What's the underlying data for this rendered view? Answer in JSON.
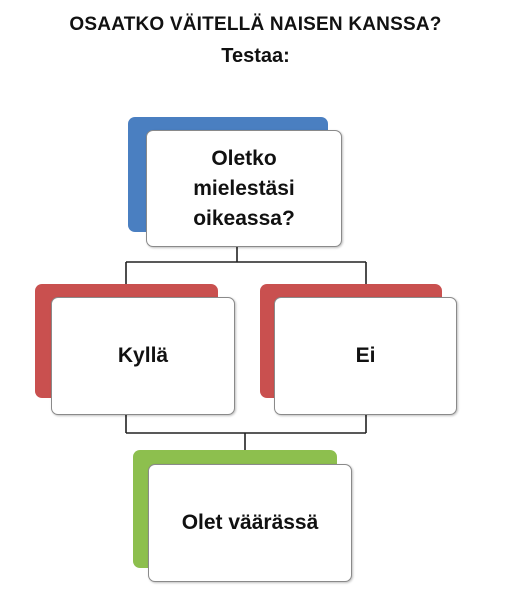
{
  "header": {
    "title": "OSAATKO VÄITELLÄ NAISEN KANSSA?",
    "subtitle": "Testaa:"
  },
  "nodes": {
    "question": {
      "text_lines": [
        "Oletko",
        "mielestäsi",
        "oikeassa?"
      ],
      "accent": "#4a7fc1"
    },
    "yes": {
      "text": "Kyllä",
      "accent": "#c9504f"
    },
    "no": {
      "text": "Ei",
      "accent": "#c9504f"
    },
    "result": {
      "text": "Olet väärässä",
      "accent": "#8dbf4e"
    }
  },
  "colors": {
    "line": "#222222",
    "card_border": "#8a8a8a"
  }
}
